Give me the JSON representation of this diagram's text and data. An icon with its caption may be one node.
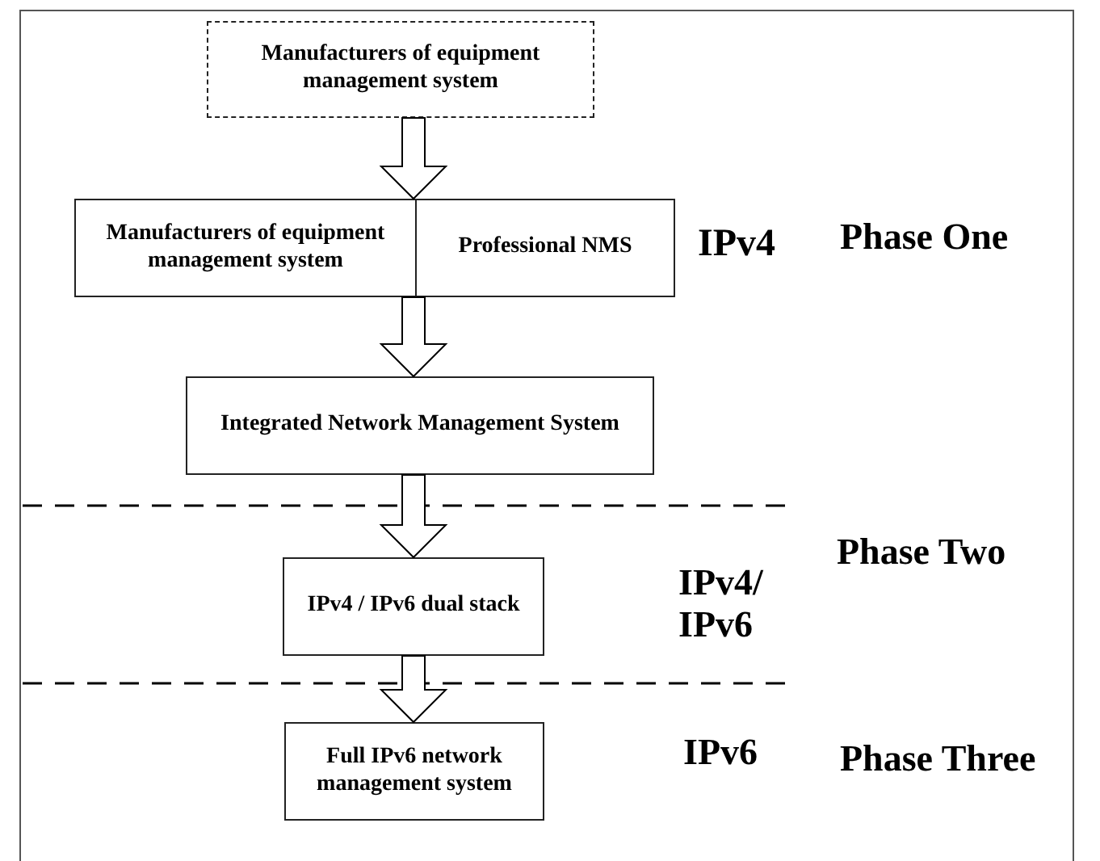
{
  "diagram": {
    "nodes": [
      {
        "text": [
          "Manufacturers of equipment management system"
        ]
      },
      {
        "text": [],
        "shape": "box"
      },
      {
        "text": [
          "Manufacturers of equipment management system"
        ],
        "in": 1
      },
      {
        "text": [
          "Professional NMS"
        ],
        "in": 1
      },
      {
        "text": [
          "Integrated Network Management System"
        ]
      },
      {
        "text": [
          "IPv4 / IPv6 dual stack"
        ]
      },
      {
        "text": [
          "Full IPv6 network management system"
        ]
      }
    ],
    "edges": [
      {
        "from": 0,
        "to": 1,
        "arrow": "to"
      },
      {
        "from": 1,
        "to": 4,
        "arrow": "to"
      },
      {
        "from": 4,
        "to": 5,
        "arrow": "to"
      },
      {
        "from": 5,
        "to": 6,
        "arrow": "to"
      }
    ],
    "labels": [
      "IPv4",
      "Phase One",
      "Phase Two",
      "IPv4/ IPv6",
      "IPv6",
      "Phase Three"
    ]
  }
}
